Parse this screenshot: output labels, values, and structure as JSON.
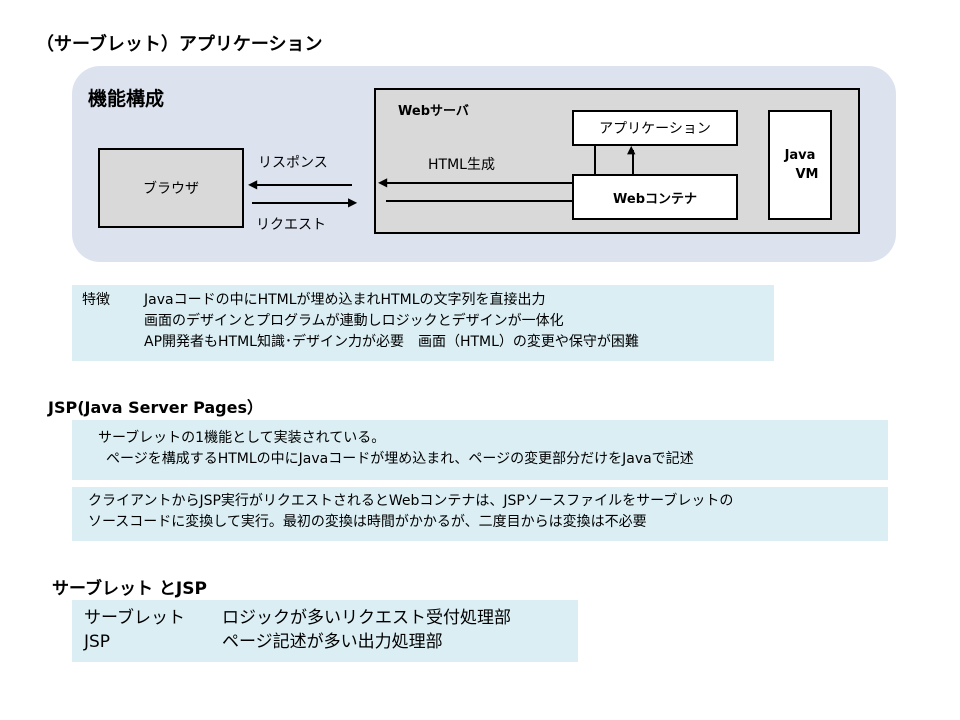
{
  "title": "（サーブレット）アプリケーション",
  "diagram": {
    "heading": "機能構成",
    "browser": "ブラウザ",
    "response": "リスポンス",
    "request": "リクエスト",
    "webserver": "Webサーバ",
    "html_gen": "HTML生成",
    "application": "アプリケーション",
    "container": "Webコンテナ",
    "jvm_line1": "Java",
    "jvm_line2": "VM"
  },
  "features": {
    "label": "特徴",
    "lines": [
      "Javaコードの中にHTMLが埋め込まれHTMLの文字列を直接出力",
      "画面のデザインとプログラムが連動しロジックとデザインが一体化",
      "AP開発者もHTML知識･デザイン力が必要　画面（HTML）の変更や保守が困難"
    ]
  },
  "jsp": {
    "heading": "JSP(Java  Server  Pages）",
    "box1": [
      "サーブレットの1機能として実装されている。",
      "ページを構成するHTMLの中にJavaコードが埋め込まれ、ページの変更部分だけをJavaで記述"
    ],
    "box2": [
      "クライアントからJSP実行がリクエストされるとWebコンテナは、JSPソースファイルをサーブレットの",
      "ソースコードに変換して実行。最初の変換は時間がかかるが、二度目からは変換は不必要"
    ]
  },
  "compare": {
    "heading": "サーブレット とJSP",
    "rows": [
      {
        "name": "サーブレット",
        "desc": "ロジックが多いリクエスト受付処理部"
      },
      {
        "name": "JSP",
        "desc": "ページ記述が多い出力処理部"
      }
    ]
  }
}
